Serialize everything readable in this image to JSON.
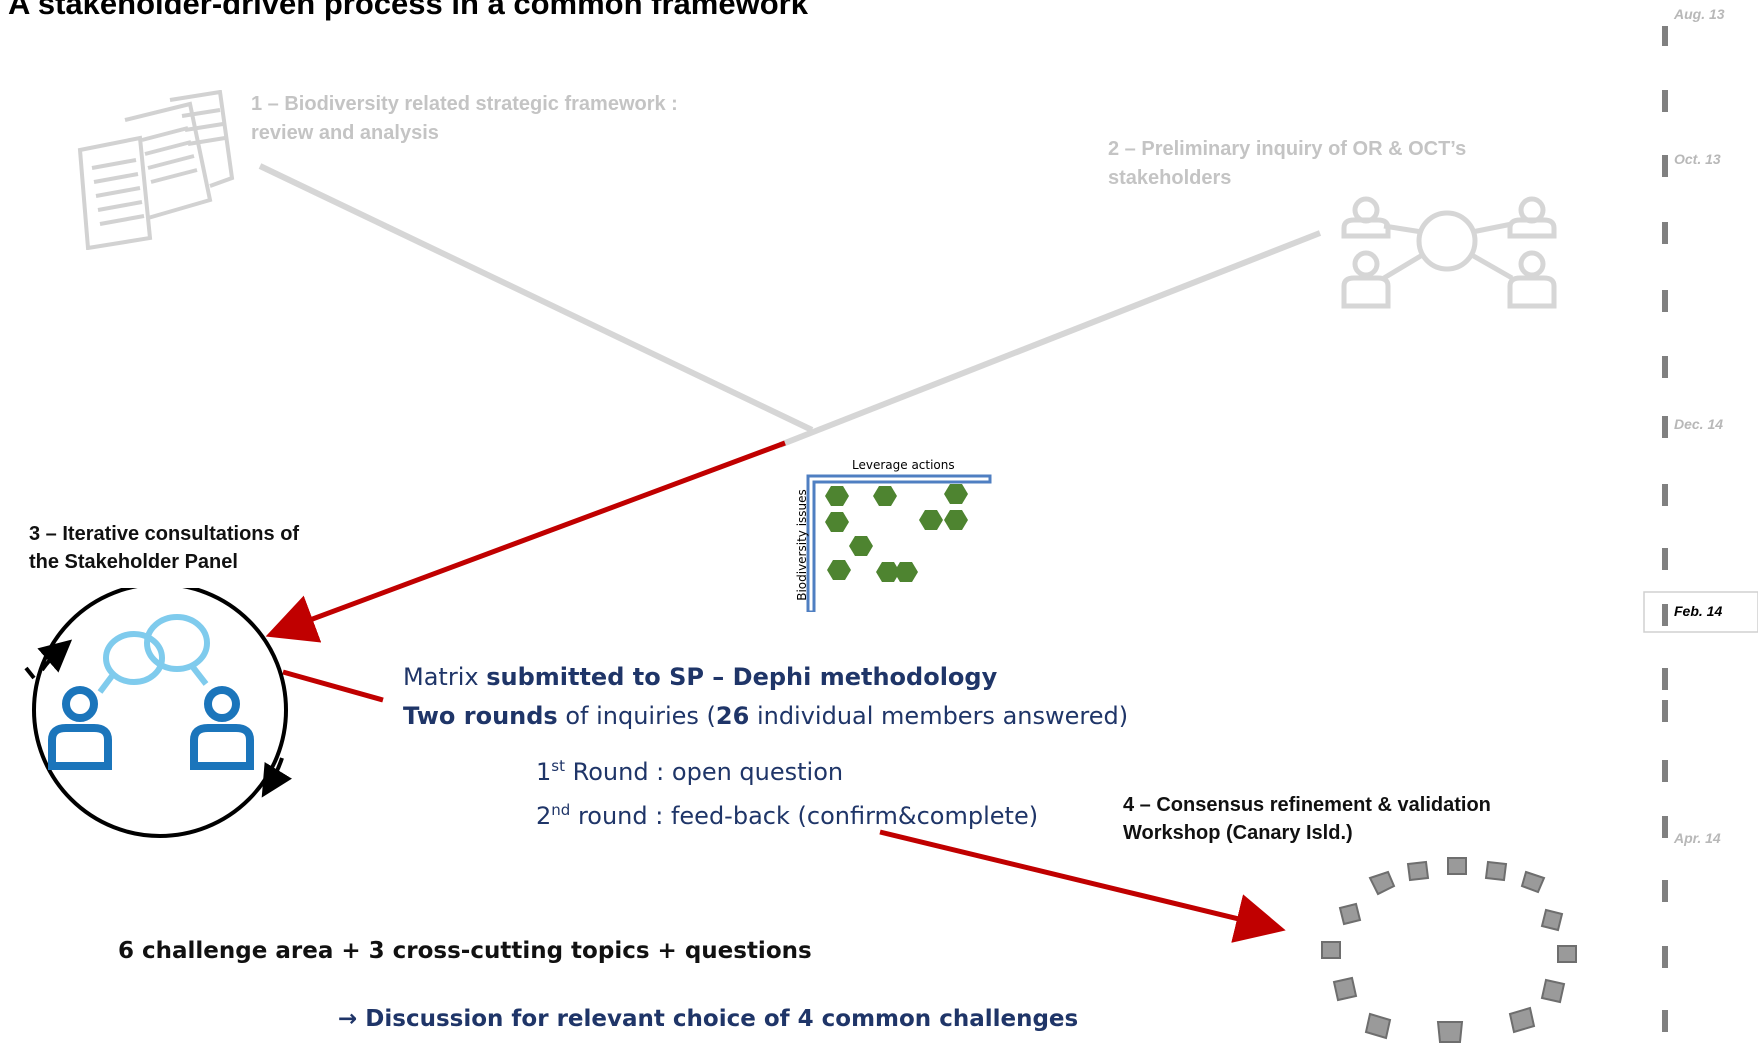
{
  "title": "A stakeholder-driven process in a common framework",
  "steps": {
    "step1": {
      "line1": "1 – Biodiversity related strategic framework :",
      "line2": "review and analysis"
    },
    "step2": {
      "line1": "2 – Preliminary inquiry of OR & OCT’s",
      "line2": "stakeholders"
    },
    "step3": {
      "line1": "3 – Iterative consultations of",
      "line2": "the Stakeholder Panel"
    },
    "step4": {
      "line1": "4 – Consensus refinement & validation",
      "line2": "Workshop (Canary Isld.)"
    }
  },
  "matrix": {
    "top_label": "Leverage actions",
    "side_label": "Biodiversity issues"
  },
  "delphi": {
    "line1_a": "Matrix ",
    "line1_b": "submitted to SP – Dephi methodology",
    "line2_a": "Two rounds",
    "line2_b": " of inquiries (",
    "line2_c": "26",
    "line2_d": " individual members answered)",
    "round1_num": "1",
    "round1_sup": "st",
    "round1_text": " Round : open question",
    "round2_num": "2",
    "round2_sup": "nd",
    "round2_text": " round : feed-back (confirm&complete)"
  },
  "bottom": {
    "challenges": "6 challenge area + 3 cross-cutting topics + questions",
    "arrow_glyph": "→",
    "discussion": " Discussion for relevant  choice of 4 common challenges"
  },
  "timeline": {
    "labels": [
      "Aug. 13",
      "Oct. 13",
      "Dec. 14",
      "Feb. 14",
      "Apr. 14"
    ],
    "active_index": 3
  },
  "colors": {
    "arrow_red": "#c00000",
    "grey_line": "#d6d6d6",
    "hex_green": "#4e8430",
    "matrix_blue": "#4f7fc2",
    "icon_blue": "#1b75bb",
    "bubble_light": "#7fcbed",
    "navy_text": "#1f3568"
  }
}
